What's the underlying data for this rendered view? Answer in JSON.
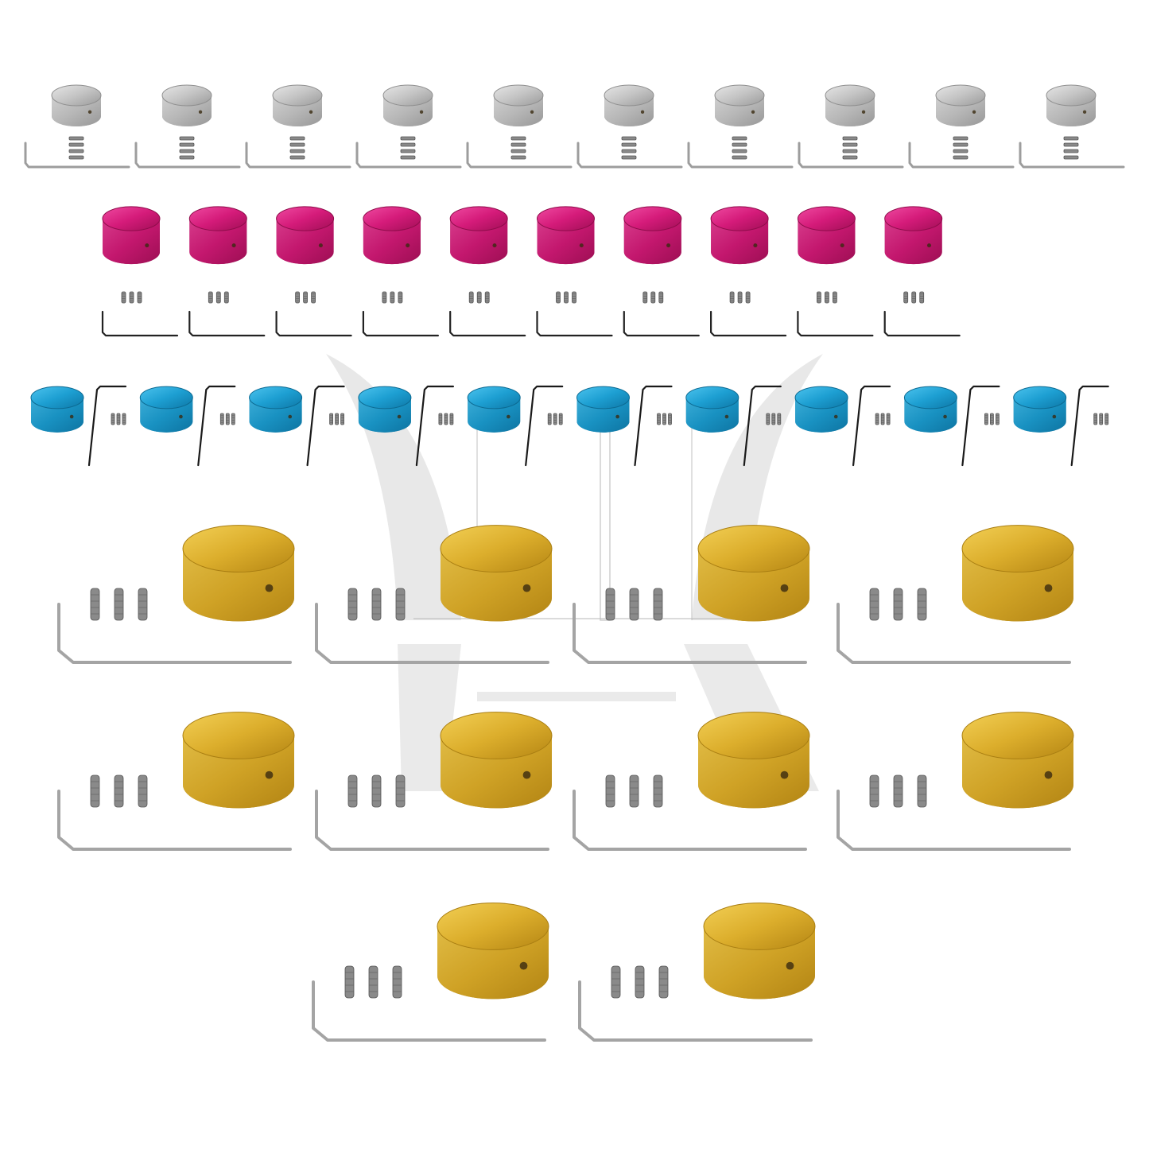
{
  "image": {
    "subject": "product-photo-knob-caps",
    "background": "#ffffff"
  },
  "watermark": {
    "icon": "stylized-logo-watermark",
    "color": "#d9d9d9"
  },
  "groups": [
    {
      "name": "silver",
      "count": 10,
      "cap_color": "#c8c8c8",
      "cap_dark": "#8f8f8f",
      "includes": [
        "cap",
        "set-screws",
        "allen-key"
      ]
    },
    {
      "name": "magenta",
      "count": 10,
      "cap_color": "#d81f7e",
      "cap_dark": "#8e0c4a",
      "includes": [
        "cap",
        "set-screws",
        "allen-key"
      ]
    },
    {
      "name": "blue",
      "count": 10,
      "cap_color": "#1fa4d6",
      "cap_dark": "#0c6a92",
      "includes": [
        "cap",
        "set-screws",
        "allen-key"
      ]
    },
    {
      "name": "gold",
      "count": 10,
      "cap_color": "#e0b431",
      "cap_dark": "#a97e12",
      "includes": [
        "cap",
        "set-screws",
        "allen-key"
      ]
    }
  ]
}
